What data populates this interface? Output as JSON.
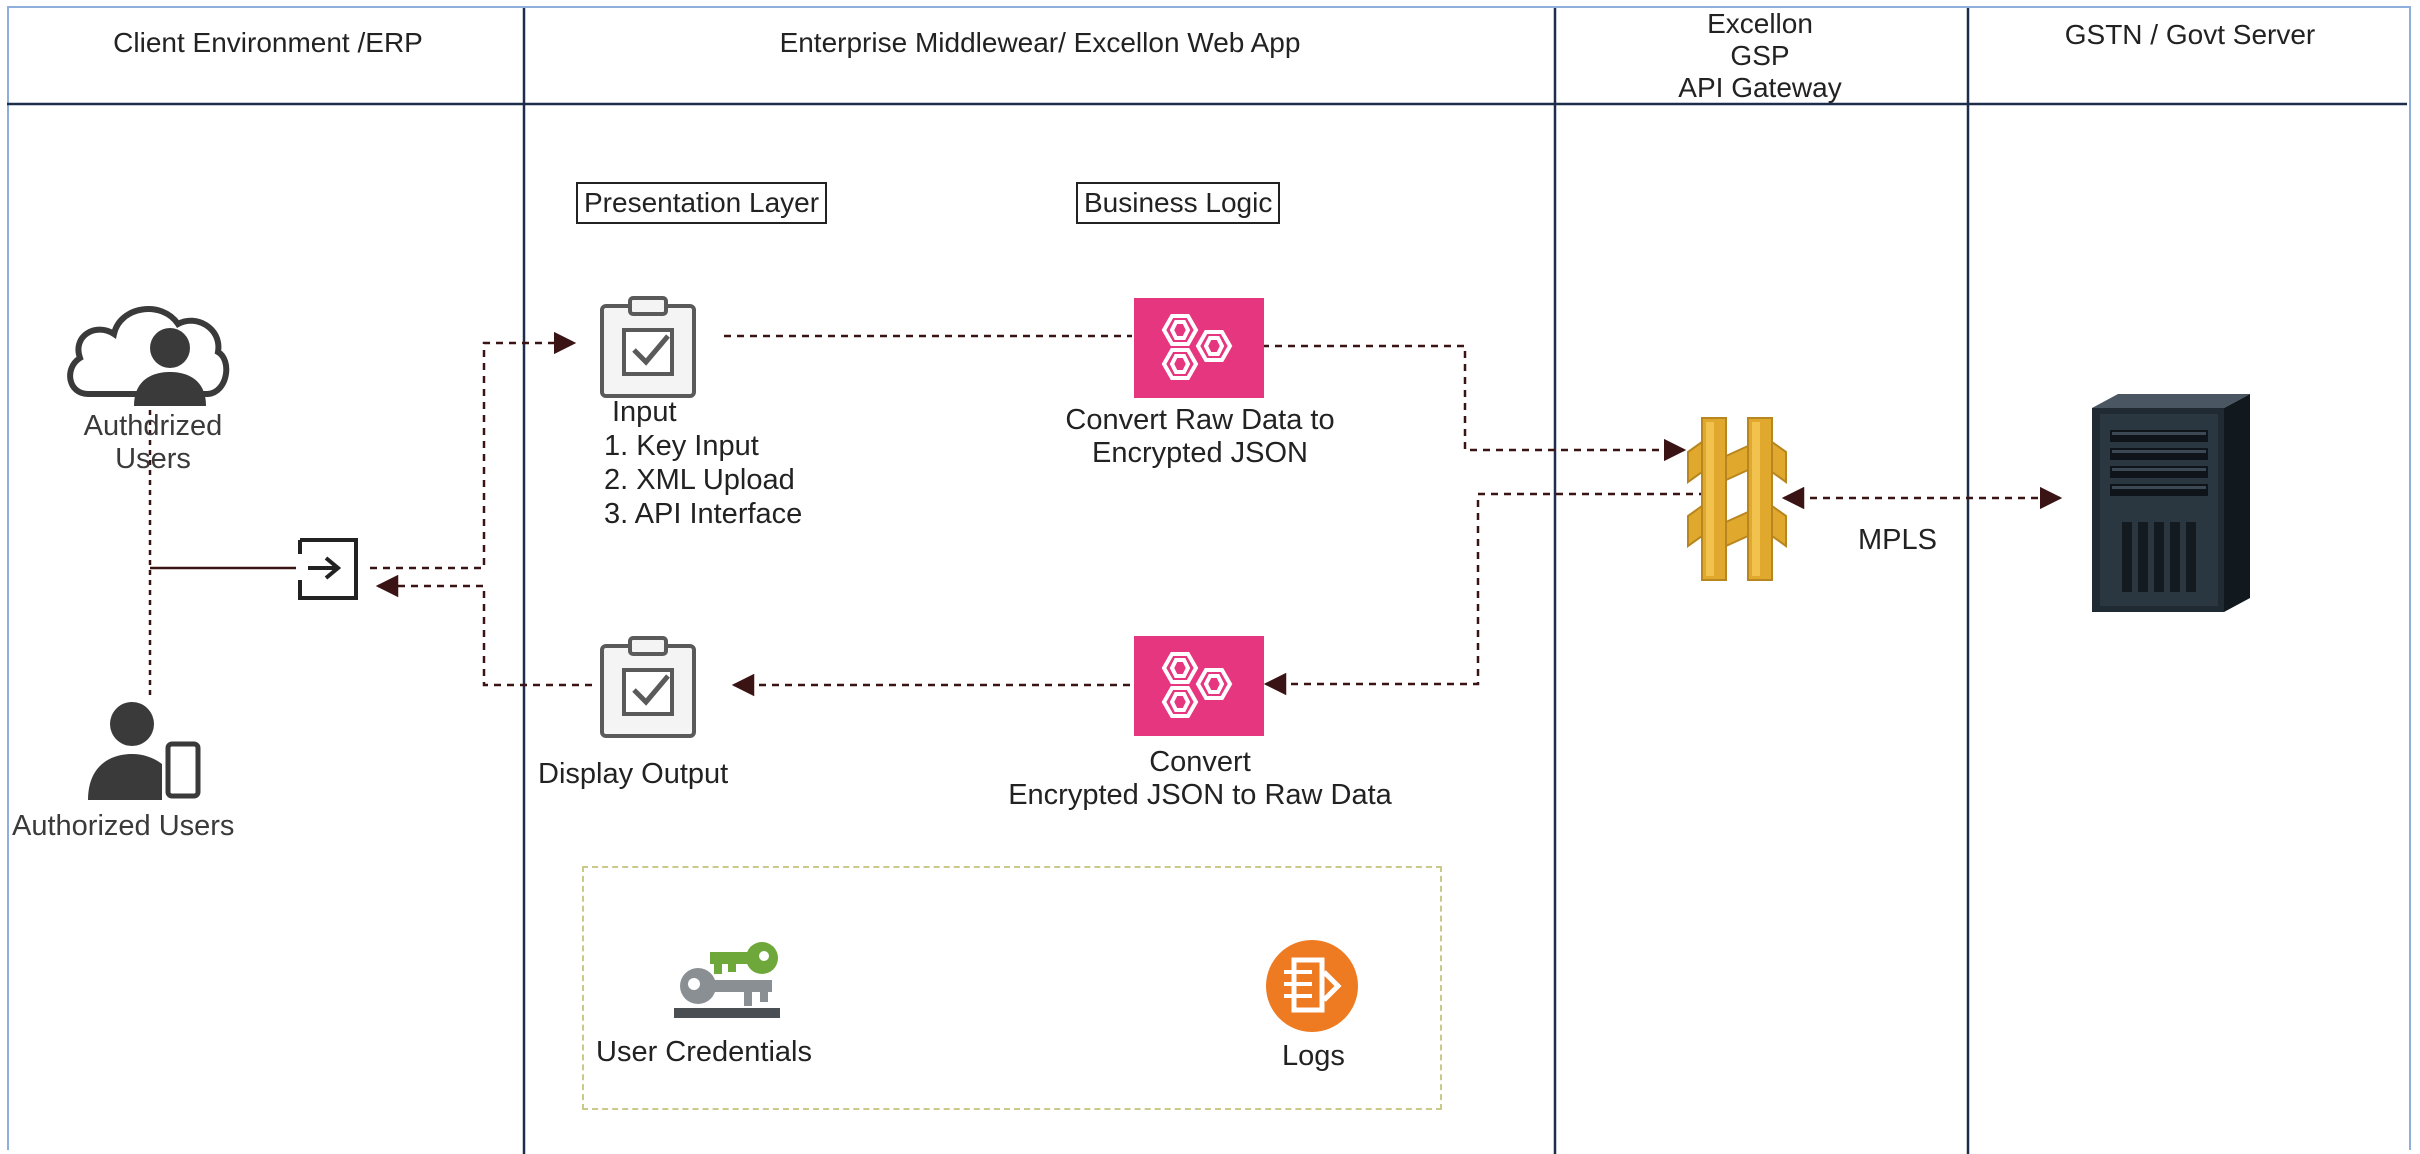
{
  "lanes": {
    "client": "Client Environment /ERP",
    "middleware": "Enterprise Middlewear/ Excellon Web App",
    "gsp": [
      "Excellon",
      "GSP",
      "API Gateway"
    ],
    "gstn": "GSTN / Govt Server"
  },
  "layers": {
    "presentation": "Presentation Layer",
    "business": "Business Logic"
  },
  "users": {
    "cloud_label": [
      "Authdrized",
      "Users"
    ],
    "mobile_label": "Authorized Users"
  },
  "input": {
    "title": "Input",
    "items": [
      "1. Key Input",
      "2. XML Upload",
      "3. API Interface"
    ]
  },
  "display_output": "Display Output",
  "convert_in": [
    "Convert Raw Data to",
    "Encrypted JSON"
  ],
  "convert_out": [
    "Convert",
    "Encrypted JSON to Raw Data"
  ],
  "mpls": "MPLS",
  "support": {
    "credentials": "User Credentials",
    "logs": "Logs"
  },
  "colors": {
    "lane_line": "#1f2d4d",
    "frame": "#8eaedb",
    "lambda_pink": "#e6367f",
    "gateway_gold": "#e0a92e",
    "server_dark": "#1f2a33",
    "logs_orange": "#ee7a22",
    "key_green": "#6ea83a",
    "key_gray": "#8a8f94",
    "arrow_dark": "#3a1414",
    "support_border": "#c9c98a"
  },
  "icons": [
    "cloud-user-icon",
    "mobile-user-icon",
    "login-icon",
    "clipboard-check-icon",
    "lambda-icon",
    "api-gateway-icon",
    "server-tower-icon",
    "keys-icon",
    "logs-icon"
  ]
}
